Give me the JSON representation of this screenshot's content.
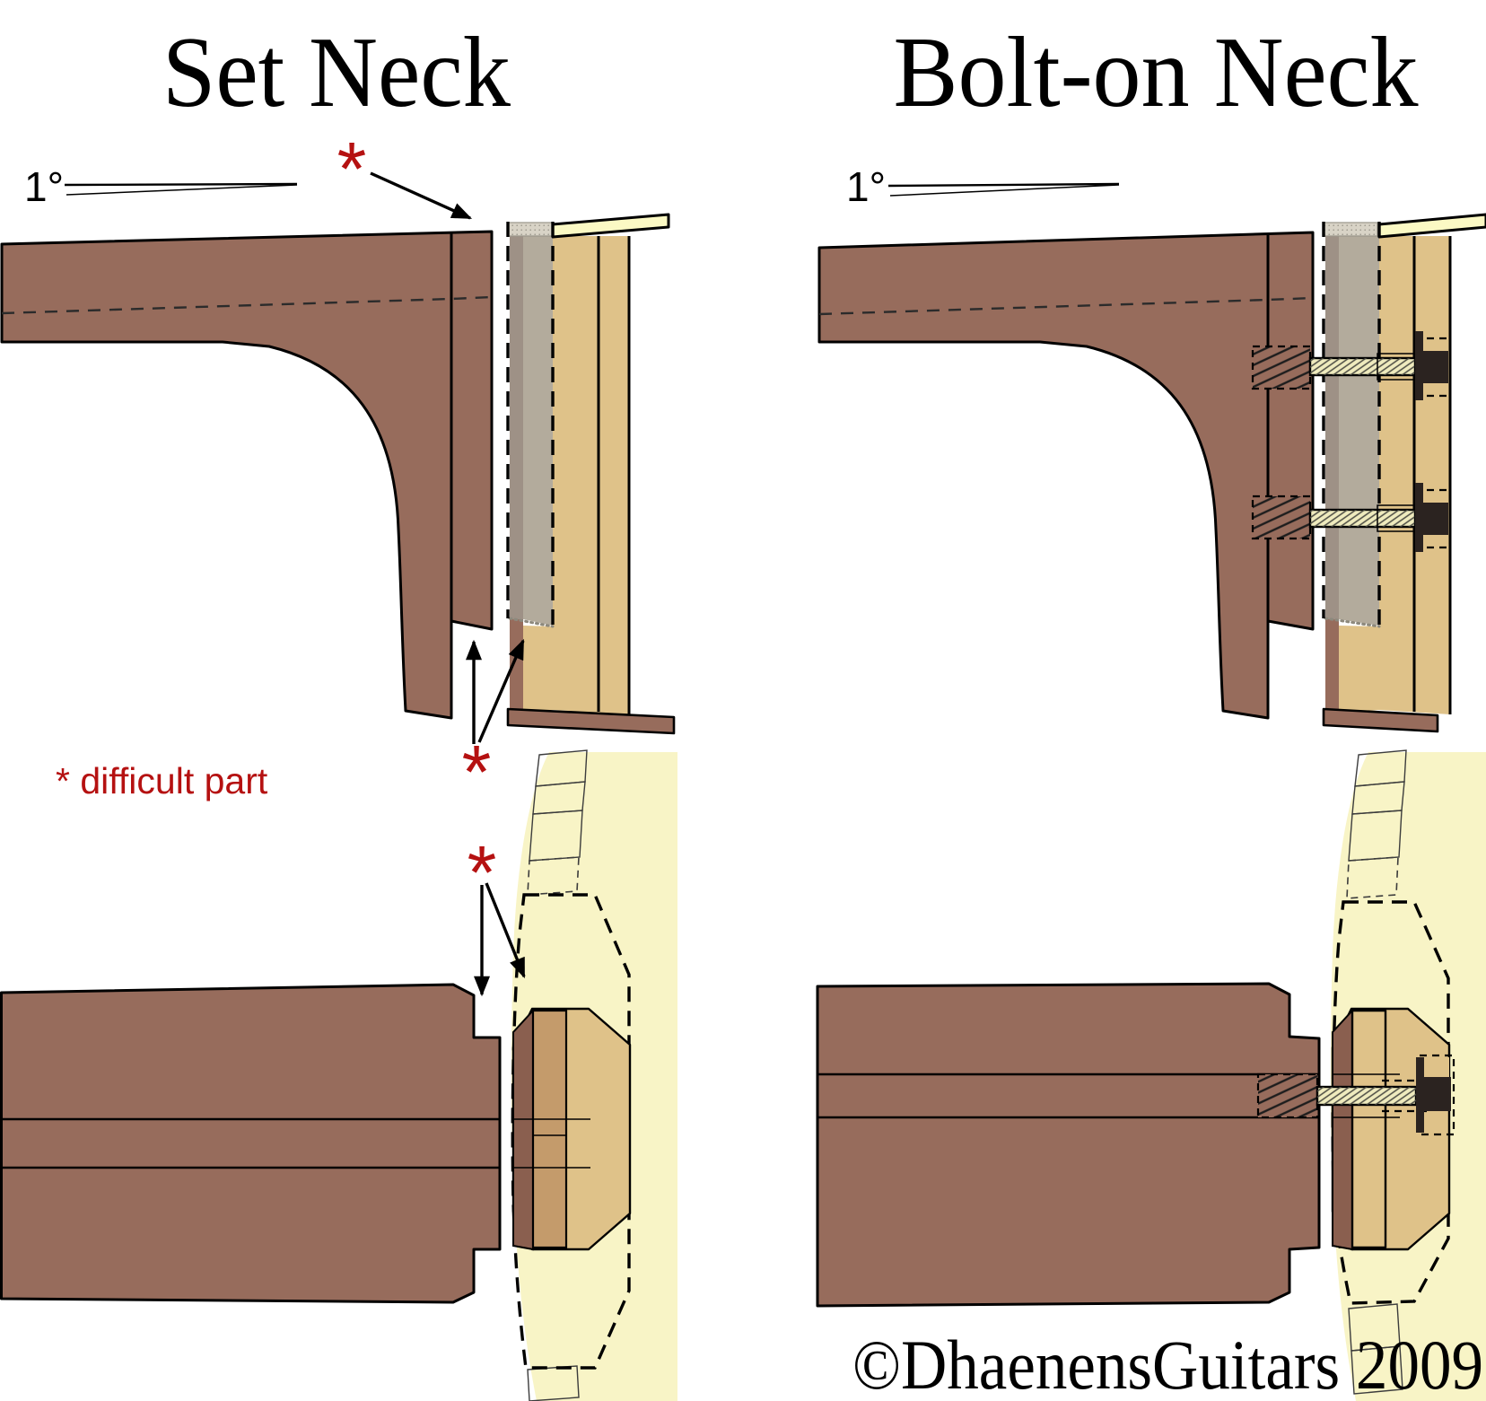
{
  "set_neck": {
    "title": "Set Neck",
    "angle_label": "1°",
    "marker": "*",
    "legend": "* difficult part"
  },
  "bolt_on": {
    "title": "Bolt-on Neck",
    "angle_label": "1°"
  },
  "copyright": "©DhaenensGuitars 2009",
  "palette": {
    "ink": "#000000",
    "red": "#b51111",
    "brown": "#976c5c",
    "brown_dark": "#8a5f4f",
    "brown_mid": "#c49b6b",
    "tan": "#dfc289",
    "gray_dark": "#9e9186",
    "gray_light": "#b3ab9c",
    "cap_gray": "#d8d3c6",
    "cream": "#efe7be",
    "body_yellow": "#f8f4c6",
    "strip_yellow": "#fbf9c4",
    "hardware": "#2b2320",
    "shaft_fill": "#efebbe"
  }
}
